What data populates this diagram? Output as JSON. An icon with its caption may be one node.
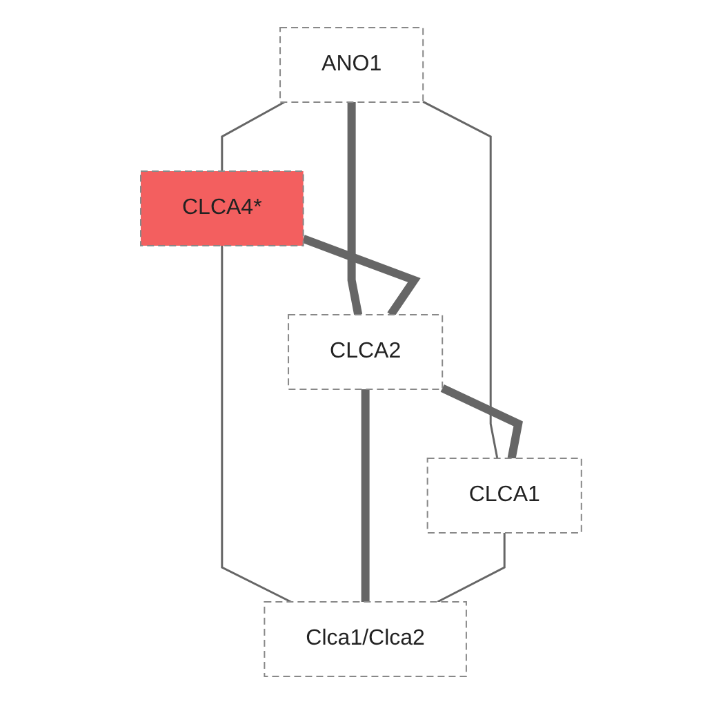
{
  "diagram": {
    "nodes": [
      {
        "text": [
          "ANO1"
        ]
      },
      {
        "text": [
          "CLCA4*"
        ]
      },
      {
        "text": [
          "CLCA2"
        ]
      },
      {
        "text": [
          "CLCA1"
        ]
      },
      {
        "text": [
          "Clca1/Clca2"
        ]
      }
    ],
    "edges": [
      {
        "from": 0,
        "to": 1,
        "arrow": "none"
      },
      {
        "from": 0,
        "to": 2,
        "arrow": "none",
        "style": "thick"
      },
      {
        "from": 0,
        "to": 3,
        "arrow": "none"
      },
      {
        "from": 1,
        "to": 2,
        "arrow": "none",
        "style": "thick"
      },
      {
        "from": 2,
        "to": 3,
        "arrow": "none",
        "style": "thick"
      },
      {
        "from": 1,
        "to": 4,
        "arrow": "none"
      },
      {
        "from": 2,
        "to": 4,
        "arrow": "none",
        "style": "thick"
      },
      {
        "from": 3,
        "to": 4,
        "arrow": "none"
      }
    ]
  }
}
